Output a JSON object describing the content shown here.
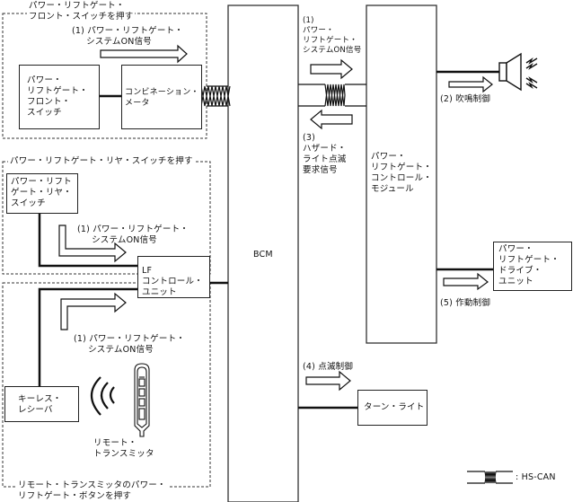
{
  "diagram": {
    "title": "Power liftgate system signal diagram",
    "groups": {
      "front_switch": {
        "label": "パワー・リフトゲート・\nフロント・スイッチを押す"
      },
      "rear_switch": {
        "label": "パワー・リフトゲート・リヤ・スイッチを押す"
      },
      "remote": {
        "label": "リモート・トランスミッタのパワー・\nリフトゲート・ボタンを押す"
      }
    },
    "components": {
      "front_switch": "パワー・\nリフトゲート・\nフロント・\nスイッチ",
      "combination_meter": "コンビネーション・\nメータ",
      "bcm": "BCM",
      "plg_control_module": "パワー・\nリフトゲート・\nコントロール・\nモジュール",
      "horn": "horn-icon",
      "rear_switch": "パワー・リフト\nゲート・リヤ・\nスイッチ",
      "lf_control_unit": "LF\nコントロール・\nユニット",
      "keyless_receiver": "キーレス・\nレシーバ",
      "remote_transmitter": "リモート・\nトランスミッタ",
      "plg_drive_unit": "パワー・\nリフトゲート・\nドライブ・\nユニット",
      "turn_light": "ターン・ライト"
    },
    "signals": {
      "s1_front": "(1) パワー・リフトゲート・\n     システムON信号",
      "s1_bcm": "(1)\nパワー・\nリフトゲート・\nシステムON信号",
      "s1_rear": "(1) パワー・リフトゲート・\n     システムON信号",
      "s1_remote": "(1) パワー・リフトゲート・\n     システムON信号",
      "s2": "(2) 吹鳴制御",
      "s3": "(3)\nハザード・\nライト点滅\n要求信号",
      "s4": "(4) 点滅制御",
      "s5": "(5) 作動制御"
    },
    "legend": {
      "hs_can": ": HS-CAN"
    },
    "colors": {
      "line": "#111111",
      "dashed": "#333333",
      "background": "#ffffff"
    }
  }
}
